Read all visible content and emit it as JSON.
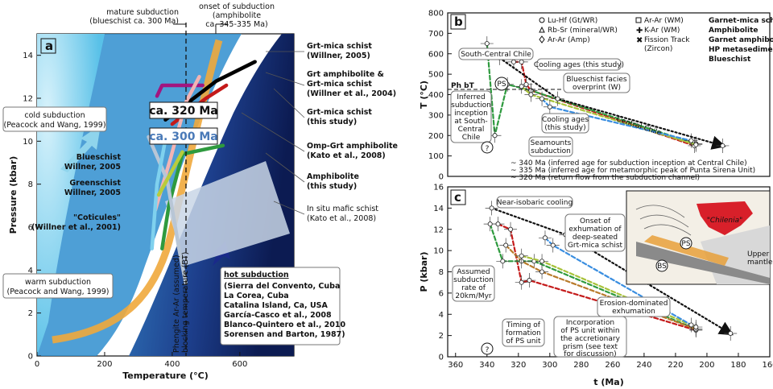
{
  "chart_data": [
    {
      "id": "a",
      "type": "line",
      "panel_label": "a",
      "xlabel": "Temperature (°C)",
      "ylabel": "Pressure (kbar)",
      "xlim": [
        0,
        760
      ],
      "ylim": [
        0,
        15
      ],
      "xticks": [
        0,
        200,
        400,
        600
      ],
      "yticks": [
        0,
        2,
        4,
        6,
        8,
        10,
        12,
        14
      ],
      "annotations": {
        "mature": "mature subduction",
        "mature2": "(blueschist ca. 300 Ma)",
        "onset1": "onset of subduction",
        "onset2": "(amphibolite",
        "onset3": "ca. 345-335 Ma)",
        "cold1": "cold subduction",
        "cold2": "(Peacock and Wang, 1999)",
        "warm1": "warm subduction",
        "warm2": "(Peacock and Wang, 1999)",
        "ca320": "ca. 320 Ma",
        "ca300": "ca. 300 Ma",
        "bs1": "Blueschist",
        "bs2": "Willner, 2005",
        "gs1": "Greenschist",
        "gs2": "Willner, 2005",
        "cot1": "\"Coticules\"",
        "cot2": "(Willner et al., 2001)",
        "phengite1": "Phengite Ar-Ar (assumed)",
        "phengite2": "blocking temperature (BT)",
        "hot_title": "hot subduction",
        "hot": [
          "(Sierra del Convento, Cuba",
          "La Corea, Cuba",
          "Catalina Island, Ca, USA",
          "García-Casco et al., 2008",
          "Blanco-Quintero et al., 2010",
          "Sorensen and Barton, 1987)"
        ],
        "r1a": "Grt-mica schist",
        "r1b": "(Willner, 2005)",
        "r2a": "Grt amphibolite &",
        "r2b": "Grt-mica schist",
        "r2c": "(Willner et al., 2004)",
        "r3a": "Grt-mica schist",
        "r3b": "(this study)",
        "r4a": "Omp-Grt amphibolite",
        "r4b": "(Kato et al., 2008)",
        "r5a": "Amphibolite",
        "r5b": "(this study)",
        "r6a": "In situ mafic schist",
        "r6b": "(Kato et al., 2008)"
      },
      "series": [
        {
          "name": "Grt-mica schist (Willner, 2005)",
          "color": "#a2157f",
          "x": [
            490,
            370,
            355
          ],
          "y": [
            12.6,
            12.6,
            12.1
          ]
        },
        {
          "name": "Grt amphibolite & Grt-mica schist (Willner et al., 2004)",
          "color": "#000000",
          "x": [
            380,
            530,
            645
          ],
          "y": [
            11.0,
            12.8,
            13.7
          ]
        },
        {
          "name": "Grt-mica schist (this study)",
          "color": "#c41a1a",
          "x": [
            400,
            500,
            560
          ],
          "y": [
            10.8,
            12.0,
            12.6
          ]
        },
        {
          "name": "Omp-Grt amphibolite (Kato et al., 2008)",
          "color": "#f2b4b4",
          "x": [
            480,
            440,
            395,
            350
          ],
          "y": [
            13.0,
            11.8,
            9.2,
            6.8
          ]
        },
        {
          "name": "Amphibolite (this study)",
          "color": "#2e9a3e",
          "x": [
            550,
            430,
            390,
            370
          ],
          "y": [
            9.8,
            9.4,
            7.0,
            5.0
          ]
        },
        {
          "name": "In situ mafic schist (Kato et al., 2008)",
          "color": "#b8c6d6",
          "x": [
            330,
            385,
            420,
            440
          ],
          "y": [
            10.2,
            8.2,
            5.0,
            3.4
          ]
        },
        {
          "name": "Blueschist Willner, 2005",
          "color": "#7fd1ee",
          "x": [
            340,
            355,
            385
          ],
          "y": [
            5.0,
            8.0,
            10.5
          ]
        },
        {
          "name": "Greenschist Willner, 2005",
          "color": "#b8cc3c",
          "x": [
            360,
            395,
            430
          ],
          "y": [
            7.5,
            8.5,
            9.5
          ]
        }
      ]
    },
    {
      "id": "b",
      "type": "line",
      "panel_label": "b",
      "xlabel": "",
      "ylabel": "T (°C)",
      "xlim": [
        365,
        160
      ],
      "ylim": [
        0,
        800
      ],
      "yticks": [
        0,
        100,
        200,
        300,
        400,
        500,
        600,
        700,
        800
      ],
      "legend_methods": [
        "Lu-Hf (Gt/WR)",
        "Rb-Sr (mineral/WR)",
        "Ar-Ar (Amp)",
        "Ar-Ar (WM)",
        "K-Ar (WM)",
        "Fission Track",
        "(Zircon)"
      ],
      "legend_units": [
        {
          "name": "Garnet-mica schist",
          "color": "#c41a1a"
        },
        {
          "name": "Amphibolite",
          "color": "#2e9a3e"
        },
        {
          "name": "Garnet amphibolite",
          "color": "#b87a2a"
        },
        {
          "name": "HP metasediment",
          "color": "#a8c23a"
        },
        {
          "name": "Blueschist",
          "color": "#3a8ee0"
        }
      ],
      "annotations": {
        "scc": "South-Central Chile",
        "phbt": "Ph bT",
        "inf": [
          "Inferred",
          "subduction",
          "inception",
          "at South-",
          "Central",
          "Chile"
        ],
        "ps": "PS",
        "q": "?",
        "cool1": "Cooling ages (this study)",
        "bsf": [
          "Blueschist facies",
          "overprint (W)"
        ],
        "cool2": [
          "Cooling ages",
          "(this study)"
        ],
        "cc": "Central Chile",
        "sea": [
          "Seamounts",
          "subduction"
        ],
        "foot1": "~ 340 Ma (inferred age for subduction inception at Central Chile)",
        "foot2": "~ 335 Ma (inferred age for metamorphic peak of Punta Sirena Unit)",
        "foot3": "~ 320 Ma (return flow from the subduction channel)"
      },
      "series": [
        {
          "name": "Garnet-mica schist",
          "color": "#c41a1a",
          "x": [
            323,
            318,
            315,
            312,
            208
          ],
          "y": [
            560,
            560,
            450,
            420,
            150
          ]
        },
        {
          "name": "Amphibolite",
          "color": "#2e9a3e",
          "x": [
            340,
            335,
            327,
            312,
            207
          ],
          "y": [
            650,
            200,
            450,
            420,
            160
          ]
        },
        {
          "name": "HP metasediment",
          "color": "#a8c23a",
          "x": [
            318,
            312,
            207
          ],
          "y": [
            440,
            400,
            155
          ]
        },
        {
          "name": "Blueschist",
          "color": "#3a8ee0",
          "x": [
            305,
            300,
            210
          ],
          "y": [
            380,
            340,
            175
          ]
        },
        {
          "name": "Trend",
          "color": "#111111",
          "x": [
            332,
            295,
            190
          ],
          "y": [
            580,
            380,
            150
          ]
        }
      ]
    },
    {
      "id": "c",
      "type": "line",
      "panel_label": "c",
      "xlabel": "t (Ma)",
      "ylabel": "P (kbar)",
      "xlim": [
        365,
        160
      ],
      "ylim": [
        0,
        16
      ],
      "xticks": [
        360,
        340,
        320,
        300,
        280,
        260,
        240,
        220,
        200,
        180,
        160
      ],
      "yticks": [
        0,
        2,
        4,
        6,
        8,
        10,
        12,
        14,
        16
      ],
      "annotations": {
        "nic": "Near-isobaric cooling",
        "onset": [
          "Onset of",
          "exhumation of",
          "deep-seated",
          "Grt-mica schist"
        ],
        "ass": [
          "Assumed",
          "subduction",
          "rate of",
          "20km/Myr"
        ],
        "ede": [
          "Erosion-dominated",
          "exhumation"
        ],
        "tim": [
          "Timing of",
          "formation",
          "of PS unit"
        ],
        "inc": [
          "Incorporation",
          "of PS unit within",
          "the accretionary",
          "prism (see text",
          "for discussion)"
        ],
        "q": "?",
        "chilenia": "\"Chilenia\"",
        "upper": "Upper",
        "mantle": "mantle",
        "ps": "PS",
        "bs": "BS"
      },
      "series": [
        {
          "name": "Garnet-mica schist",
          "color": "#c41a1a",
          "x": [
            333,
            325,
            318,
            313,
            207
          ],
          "y": [
            12.5,
            12.0,
            7.0,
            7.2,
            2.5
          ]
        },
        {
          "name": "Amphibolite",
          "color": "#2e9a3e",
          "x": [
            338,
            330,
            310,
            207
          ],
          "y": [
            12.5,
            9.0,
            9.0,
            2.6
          ]
        },
        {
          "name": "Garnet amphibolite",
          "color": "#b87a2a",
          "x": [
            328,
            318,
            305,
            207
          ],
          "y": [
            10.5,
            9.0,
            8.0,
            2.6
          ]
        },
        {
          "name": "HP metasediment",
          "color": "#a8c23a",
          "x": [
            318,
            305,
            207
          ],
          "y": [
            9.5,
            9.0,
            2.8
          ]
        },
        {
          "name": "Blueschist",
          "color": "#3a8ee0",
          "x": [
            303,
            298,
            210
          ],
          "y": [
            11.2,
            10.5,
            3.0
          ]
        },
        {
          "name": "Trend",
          "color": "#111111",
          "x": [
            337,
            290,
            185
          ],
          "y": [
            14.0,
            11.5,
            2.2
          ]
        }
      ]
    }
  ]
}
